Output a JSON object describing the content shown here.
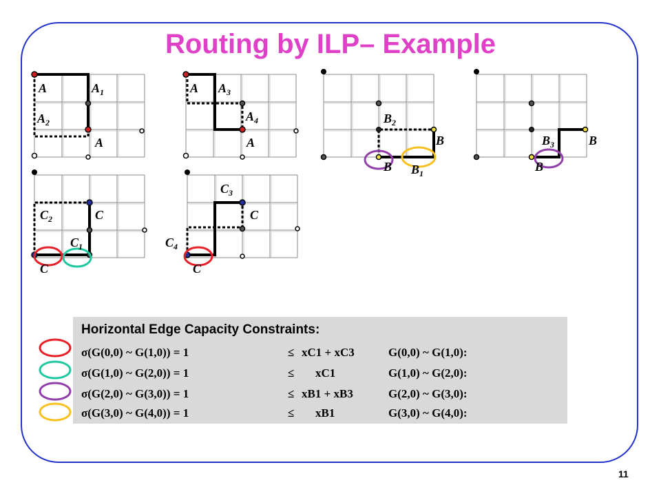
{
  "slide": {
    "title": "Routing by ILP– Example",
    "page_number": "11"
  },
  "labels": {
    "A": "A",
    "B": "B",
    "C": "C",
    "A1_base": "A",
    "A1_sub": "1",
    "A2_base": "A",
    "A2_sub": "2",
    "A3_base": "A",
    "A3_sub": "3",
    "A4_base": "A",
    "A4_sub": "4",
    "B1_base": "B",
    "B1_sub": "1",
    "B2_base": "B",
    "B2_sub": "2",
    "B3_base": "B",
    "B3_sub": "3",
    "C1_base": "C",
    "C1_sub": "1",
    "C2_base": "C",
    "C2_sub": "2",
    "C3_base": "C",
    "C3_sub": "3",
    "C4_base": "C",
    "C4_sub": "4"
  },
  "constraints": {
    "heading": "Horizontal Edge Capacity Constraints:",
    "rows": [
      {
        "color": "#e8202a",
        "lhs": "σ(G(0,0) ~ G(1,0)) = 1",
        "rel": "≤",
        "rhs": "xC1 + xC3",
        "tag": "G(0,0) ~ G(1,0):"
      },
      {
        "color": "#20c8a0",
        "lhs": "σ(G(1,0) ~ G(2,0)) = 1",
        "rel": "≤",
        "rhs": "xC1",
        "tag": "G(1,0) ~ G(2,0):"
      },
      {
        "color": "#9040a8",
        "lhs": "σ(G(2,0) ~ G(3,0)) = 1",
        "rel": "≤",
        "rhs": "xB1 + xB3",
        "tag": "G(2,0) ~ G(3,0):"
      },
      {
        "color": "#f8c020",
        "lhs": "σ(G(3,0) ~ G(4,0)) = 1",
        "rel": "≤",
        "rhs": "xB1",
        "tag": "G(3,0) ~ G(4,0):"
      }
    ]
  }
}
